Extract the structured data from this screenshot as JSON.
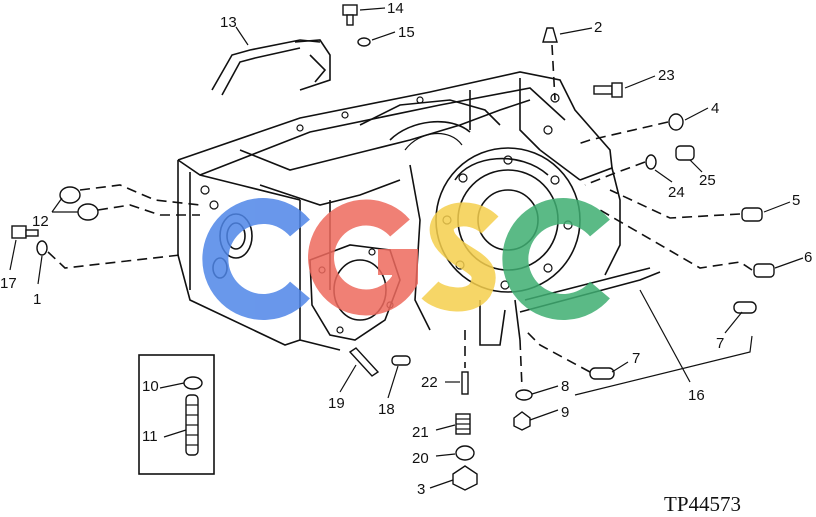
{
  "diagram": {
    "figure_code": "TP44573",
    "labels": [
      {
        "id": "l1",
        "text": "1"
      },
      {
        "id": "l2",
        "text": "2"
      },
      {
        "id": "l3",
        "text": "3"
      },
      {
        "id": "l4",
        "text": "4"
      },
      {
        "id": "l5",
        "text": "5"
      },
      {
        "id": "l6",
        "text": "6"
      },
      {
        "id": "l7a",
        "text": "7"
      },
      {
        "id": "l7b",
        "text": "7"
      },
      {
        "id": "l8",
        "text": "8"
      },
      {
        "id": "l9",
        "text": "9"
      },
      {
        "id": "l10",
        "text": "10"
      },
      {
        "id": "l11",
        "text": "11"
      },
      {
        "id": "l12",
        "text": "12"
      },
      {
        "id": "l13",
        "text": "13"
      },
      {
        "id": "l14",
        "text": "14"
      },
      {
        "id": "l15",
        "text": "15"
      },
      {
        "id": "l16",
        "text": "16"
      },
      {
        "id": "l17",
        "text": "17"
      },
      {
        "id": "l18",
        "text": "18"
      },
      {
        "id": "l19",
        "text": "19"
      },
      {
        "id": "l20",
        "text": "20"
      },
      {
        "id": "l21",
        "text": "21"
      },
      {
        "id": "l22",
        "text": "22"
      },
      {
        "id": "l23",
        "text": "23"
      },
      {
        "id": "l24",
        "text": "24"
      },
      {
        "id": "l25",
        "text": "25"
      }
    ],
    "watermark": {
      "letters": [
        "C",
        "G",
        "S",
        "C"
      ],
      "colors": [
        "#4f86e8",
        "#ee6a5e",
        "#f5cf4d",
        "#3fae72"
      ]
    }
  }
}
